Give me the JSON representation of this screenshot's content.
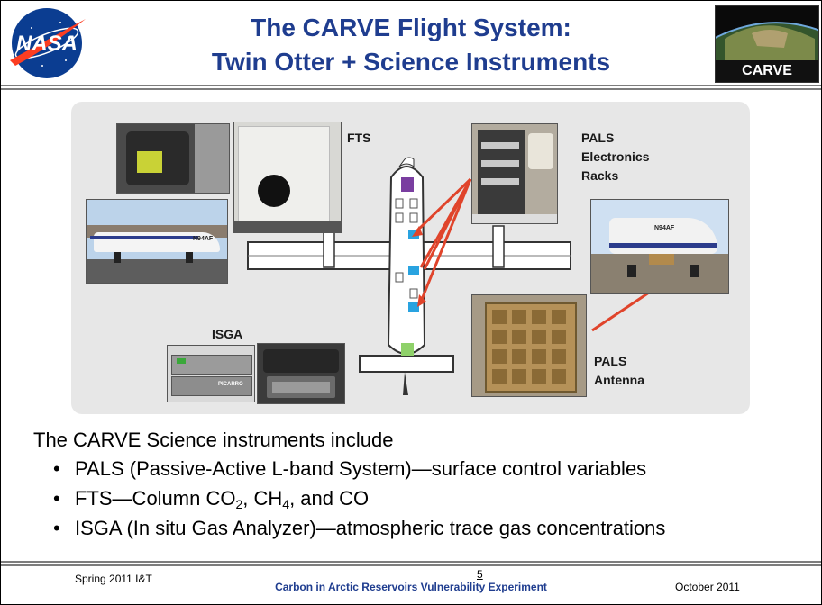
{
  "header": {
    "title_line1": "The CARVE Flight System:",
    "title_line2": "Twin Otter + Science Instruments",
    "logo_text": "NASA",
    "badge_label": "CARVE"
  },
  "figure": {
    "labels": {
      "fts": "FTS",
      "pals_racks_1": "PALS",
      "pals_racks_2": "Electronics",
      "pals_racks_3": "Racks",
      "isga": "ISGA",
      "pals_antenna_1": "PALS",
      "pals_antenna_2": "Antenna"
    },
    "aircraft_tail": "N94AF",
    "aircraft_belly": "N94AF",
    "analyzer_brand": "PICARRO"
  },
  "body": {
    "intro": "The CARVE Science instruments include",
    "bullet1": "PALS (Passive-Active L-band System)—surface control variables",
    "bullet2_a": "FTS—Column CO",
    "bullet2_sub1": "2",
    "bullet2_b": ", CH",
    "bullet2_sub2": "4",
    "bullet2_c": ", and CO",
    "bullet3": "ISGA (In situ Gas Analyzer)—atmospheric trace gas concentrations"
  },
  "footer": {
    "left": "Spring 2011 I&T",
    "page": "5",
    "center": "Carbon in Arctic Reservoirs Vulnerability Experiment",
    "right": "October 2011"
  },
  "colors": {
    "title": "#1f3d8f",
    "rule": "#7d7d7d",
    "figure_bg": "#e7e7e7",
    "arrow": "#e0442b"
  }
}
